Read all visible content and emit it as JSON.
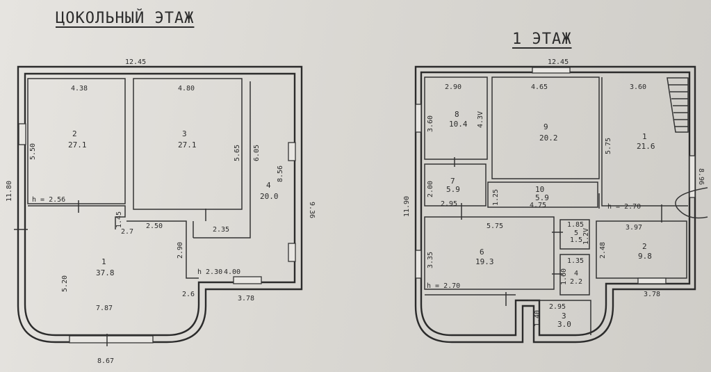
{
  "titles": {
    "basement": "ЦОКОЛЬНЫЙ ЭТАЖ",
    "first_floor": "1 ЭТАЖ"
  },
  "basement": {
    "overall": {
      "width": "12.45",
      "width_bottom": "8.67",
      "height": "11.80",
      "right_height": "9.36"
    },
    "rooms": [
      {
        "num": "1",
        "area": "37.8"
      },
      {
        "num": "2",
        "area": "27.1"
      },
      {
        "num": "3",
        "area": "27.1"
      },
      {
        "num": "4",
        "area": "20.0"
      }
    ],
    "dims": {
      "r2_top": "4.38",
      "r2_left": "5.50",
      "h": "h = 2.56",
      "r3_top": "4.80",
      "r3_right": "5.65",
      "r4_left": "6.05",
      "r4_right": "8.56",
      "hall_top": "2.50",
      "hall_right": "2.35",
      "small_a": "1.45",
      "small_b": "2.7",
      "vertical_small": "2.90",
      "bottom_h": "h 2.30",
      "bottom_w": "4.00",
      "r1_left": "5.20",
      "r1_bottom": "7.87",
      "ext": "3.78",
      "corner": "2.6"
    }
  },
  "first_floor": {
    "overall": {
      "width": "12.45",
      "height": "11.90",
      "right_height": "8.96"
    },
    "rooms": [
      {
        "num": "1",
        "area": "21.6"
      },
      {
        "num": "2",
        "area": "9.8"
      },
      {
        "num": "3",
        "area": "3.0"
      },
      {
        "num": "4",
        "area": "2.2"
      },
      {
        "num": "5",
        "area": "1.5"
      },
      {
        "num": "6",
        "area": "19.3"
      },
      {
        "num": "7",
        "area": "5.9"
      },
      {
        "num": "8",
        "area": "10.4"
      },
      {
        "num": "9",
        "area": "20.2"
      },
      {
        "num": "10",
        "area": "5.9"
      }
    ],
    "dims": {
      "r8_top": "2.90",
      "r8_left": "3.60",
      "r8_right": "4.3V",
      "r9_top": "4.65",
      "r1_top": "3.60",
      "r1_left": "5.75",
      "r7_left": "2.00",
      "r7_bottom": "2.95",
      "r10_left": "1.25",
      "r10_bottom": "4.75",
      "h": "h = 2.70",
      "r2_top": "3.97",
      "r2_left": "2.48",
      "r2_bottom": "3.78",
      "r6_top": "5.75",
      "r6_left": "3.35",
      "h2": "h = 2.70",
      "r5_top": "1.85",
      "r5_right": "1.2V",
      "r4_top": "1.35",
      "r4_left": "1.60",
      "r3_top": "2.95",
      "r3_left": "1.40"
    }
  }
}
